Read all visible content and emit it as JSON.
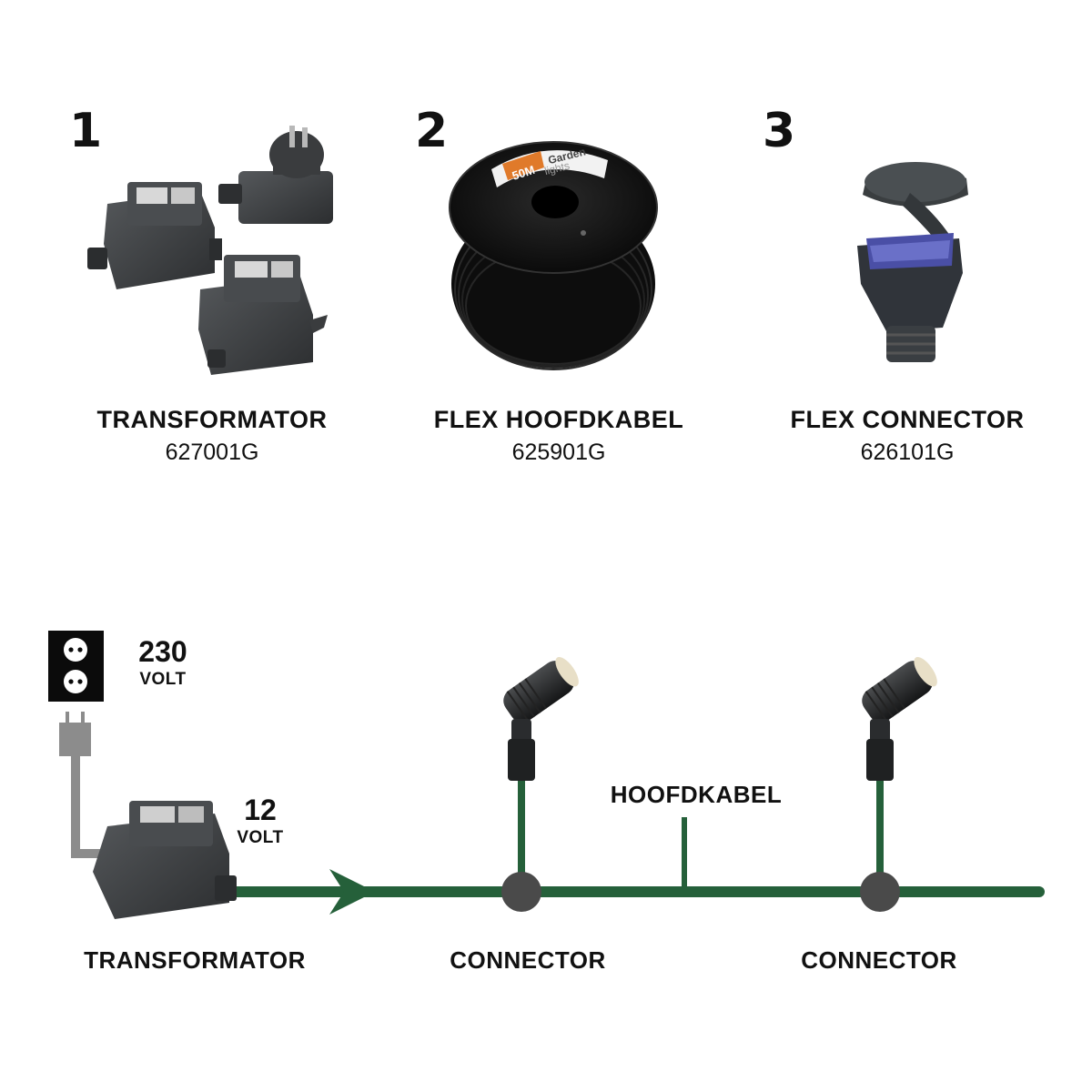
{
  "colors": {
    "cable": "#25603a",
    "connector": "#4a4a4a",
    "device": "#3b3d3f",
    "socket": "#0b0b0b",
    "plug": "#8c8c8c"
  },
  "products": [
    {
      "number": "1",
      "name": "TRANSFORMATOR",
      "code": "627001G",
      "icon": "transformer-set-icon"
    },
    {
      "number": "2",
      "name": "FLEX HOOFDKABEL",
      "code": "625901G",
      "icon": "cable-reel-icon",
      "reel_label": {
        "length": "50M",
        "brand_top": "Garden",
        "brand_bottom": "lights"
      }
    },
    {
      "number": "3",
      "name": "FLEX CONNECTOR",
      "code": "626101G",
      "icon": "flex-connector-icon"
    }
  ],
  "diagram": {
    "input_voltage": {
      "value": "230",
      "unit": "VOLT"
    },
    "output_voltage": {
      "value": "12",
      "unit": "VOLT"
    },
    "main_cable_label": "HOOFDKABEL",
    "labels": {
      "transformer": "TRANSFORMATOR",
      "connector_1": "CONNECTOR",
      "connector_2": "CONNECTOR"
    }
  }
}
